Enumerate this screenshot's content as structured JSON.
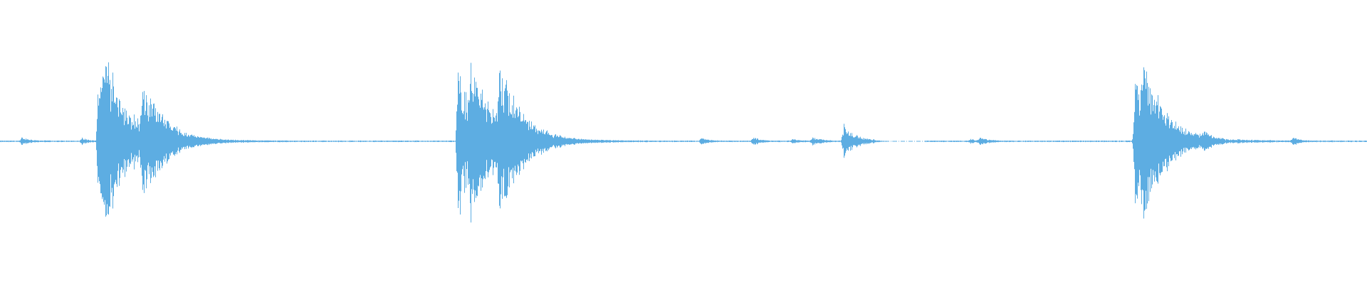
{
  "waveform": {
    "color": "#5dade2",
    "background": "#ffffff",
    "style": "mirrored amplitude, mostly silent with sharp transient bursts",
    "bursts": [
      {
        "position": 0.016,
        "amplitude": 0.05,
        "decay": 0.005
      },
      {
        "position": 0.06,
        "amplitude": 0.04,
        "decay": 0.004
      },
      {
        "position": 0.072,
        "amplitude": 0.96,
        "decay": 0.018
      },
      {
        "position": 0.077,
        "amplitude": 0.55,
        "decay": 0.014
      },
      {
        "position": 0.104,
        "amplitude": 0.62,
        "decay": 0.016
      },
      {
        "position": 0.112,
        "amplitude": 0.1,
        "decay": 0.008
      },
      {
        "position": 0.335,
        "amplitude": 1.0,
        "decay": 0.02
      },
      {
        "position": 0.344,
        "amplitude": 0.7,
        "decay": 0.012
      },
      {
        "position": 0.365,
        "amplitude": 0.78,
        "decay": 0.016
      },
      {
        "position": 0.378,
        "amplitude": 0.06,
        "decay": 0.006
      },
      {
        "position": 0.513,
        "amplitude": 0.04,
        "decay": 0.005
      },
      {
        "position": 0.551,
        "amplitude": 0.05,
        "decay": 0.005
      },
      {
        "position": 0.58,
        "amplitude": 0.03,
        "decay": 0.004
      },
      {
        "position": 0.594,
        "amplitude": 0.05,
        "decay": 0.006
      },
      {
        "position": 0.617,
        "amplitude": 0.22,
        "decay": 0.009
      },
      {
        "position": 0.71,
        "amplitude": 0.03,
        "decay": 0.004
      },
      {
        "position": 0.717,
        "amplitude": 0.05,
        "decay": 0.005
      },
      {
        "position": 0.83,
        "amplitude": 0.82,
        "decay": 0.02
      },
      {
        "position": 0.836,
        "amplitude": 0.7,
        "decay": 0.012
      },
      {
        "position": 0.881,
        "amplitude": 0.08,
        "decay": 0.004
      },
      {
        "position": 0.946,
        "amplitude": 0.06,
        "decay": 0.004
      }
    ],
    "silent_gaps": [
      [
        0.64,
        0.677
      ],
      [
        0.87,
        0.878
      ],
      [
        0.895,
        0.905
      ]
    ]
  }
}
